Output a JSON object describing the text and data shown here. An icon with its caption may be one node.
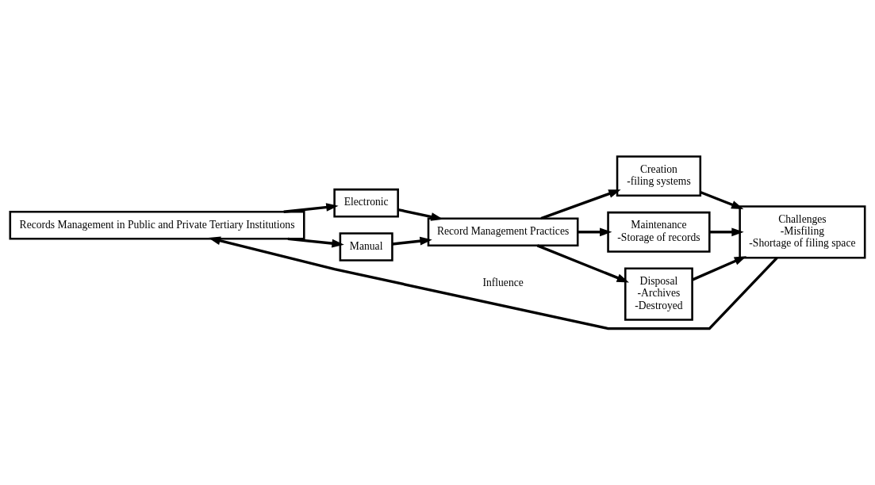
{
  "diagram": {
    "nodes": [
      {
        "text": [
          "Records Management in Public and Private Tertiary Institutions"
        ]
      },
      {
        "text": [
          "Electronic"
        ]
      },
      {
        "text": [
          "Manual"
        ]
      },
      {
        "text": [
          "Record Management Practices"
        ]
      },
      {
        "text": [
          "Creation",
          "-filing systems"
        ]
      },
      {
        "text": [
          "Maintenance",
          "-Storage of records"
        ]
      },
      {
        "text": [
          "Disposal",
          "-Archives",
          "-Destroyed"
        ]
      },
      {
        "text": [
          "Challenges",
          "-Misfiling",
          "-Shortage of filing space"
        ]
      }
    ],
    "edges": [
      {
        "from": 0,
        "to": 1,
        "arrow": "to"
      },
      {
        "from": 0,
        "to": 2,
        "arrow": "to"
      },
      {
        "from": 1,
        "to": 3,
        "arrow": "to"
      },
      {
        "from": 2,
        "to": 3,
        "arrow": "to"
      },
      {
        "from": 3,
        "to": 4,
        "arrow": "to"
      },
      {
        "from": 3,
        "to": 5,
        "arrow": "to"
      },
      {
        "from": 3,
        "to": 6,
        "arrow": "to"
      },
      {
        "from": 4,
        "to": 7,
        "arrow": "to"
      },
      {
        "from": 5,
        "to": 7,
        "arrow": "to"
      },
      {
        "from": 6,
        "to": 7,
        "arrow": "to"
      },
      {
        "from": 7,
        "to": 0,
        "arrow": "to",
        "label": "Influence"
      }
    ]
  }
}
